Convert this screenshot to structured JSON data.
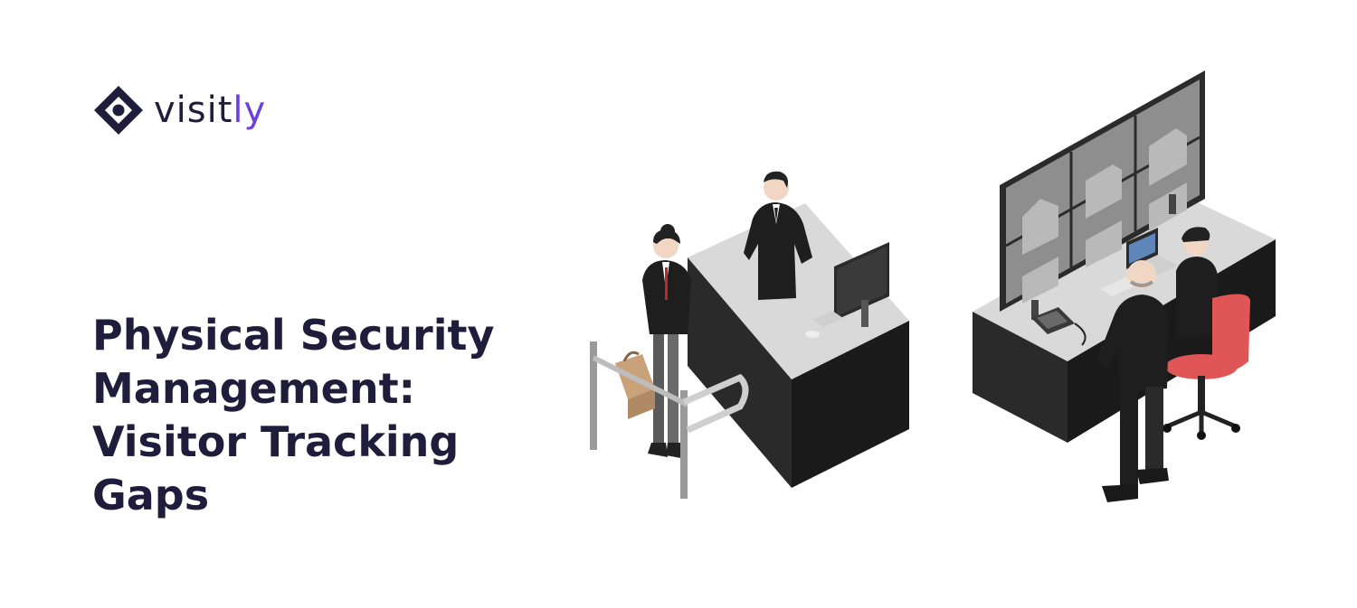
{
  "brand": {
    "name_main": "visit",
    "name_accent": "ly",
    "colors": {
      "text": "#1f1d3b",
      "accent": "#6b3fe0"
    }
  },
  "headline": {
    "lines": [
      "Physical Security",
      "Management:",
      "Visitor Tracking",
      "Gaps"
    ]
  },
  "illustration": {
    "description_icons": [
      "reception-desk-icon",
      "security-monitor-wall-icon",
      "turnstile-icon",
      "security-guard-icon"
    ]
  }
}
